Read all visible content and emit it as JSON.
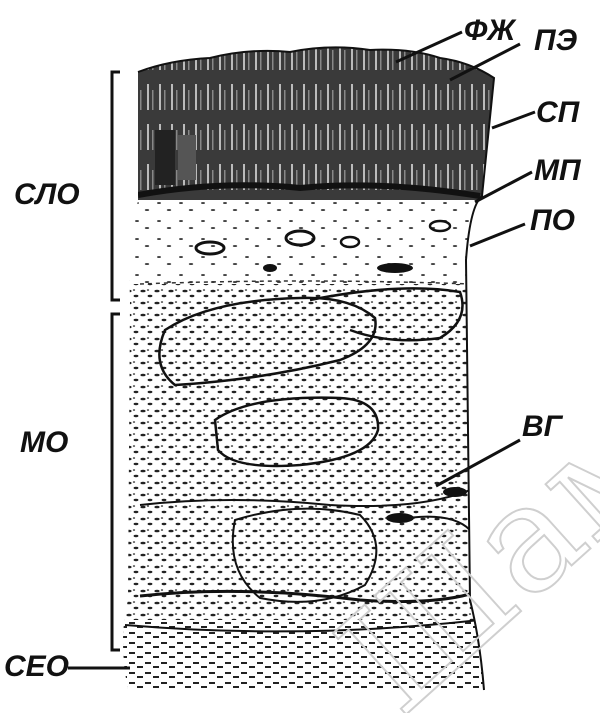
{
  "figure": {
    "labels": {
      "fzh": "ФЖ",
      "pe": "ПЭ",
      "sp": "СП",
      "mp": "МП",
      "po": "ПО",
      "slo": "СЛО",
      "mo": "МО",
      "vg": "ВГ",
      "seo": "СЕО"
    },
    "watermark": "Шам"
  },
  "colors": {
    "ink": "#111111",
    "epithelium": "#3a3a3a",
    "paper": "#ffffff",
    "watermark": "#cfcfcf"
  }
}
